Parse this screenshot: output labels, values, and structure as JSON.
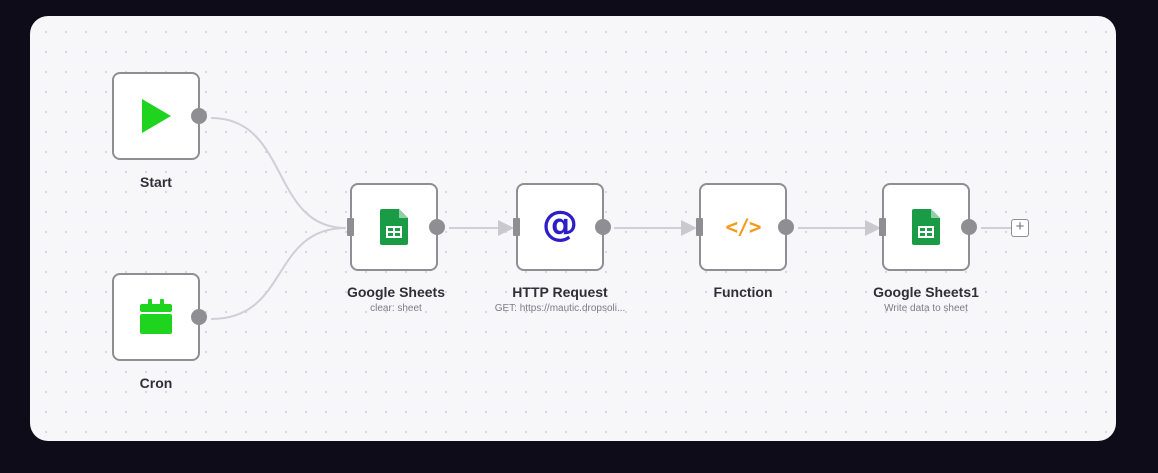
{
  "workflow": {
    "nodes": [
      {
        "id": "start",
        "label": "Start",
        "subtitle": "",
        "icon": "play-icon",
        "color": "#1ed41e"
      },
      {
        "id": "cron",
        "label": "Cron",
        "subtitle": "",
        "icon": "calendar-icon",
        "color": "#1ed41e"
      },
      {
        "id": "google_sheets",
        "label": "Google Sheets",
        "subtitle": "clear: sheet",
        "icon": "google-sheets-icon",
        "color": "#1a9b46"
      },
      {
        "id": "http_request",
        "label": "HTTP Request",
        "subtitle": "GET: https://mautic.dropsoli...",
        "icon": "at-sign-icon",
        "color": "#2c1fc7"
      },
      {
        "id": "function",
        "label": "Function",
        "subtitle": "",
        "icon": "code-icon",
        "color": "#f39b1a"
      },
      {
        "id": "google_sheets1",
        "label": "Google Sheets1",
        "subtitle": "Write data to sheet",
        "icon": "google-sheets-icon",
        "color": "#1a9b46"
      }
    ],
    "icons": {
      "at": "@",
      "code": "</>",
      "add": "+"
    },
    "add_button_icon": "plus-icon"
  }
}
